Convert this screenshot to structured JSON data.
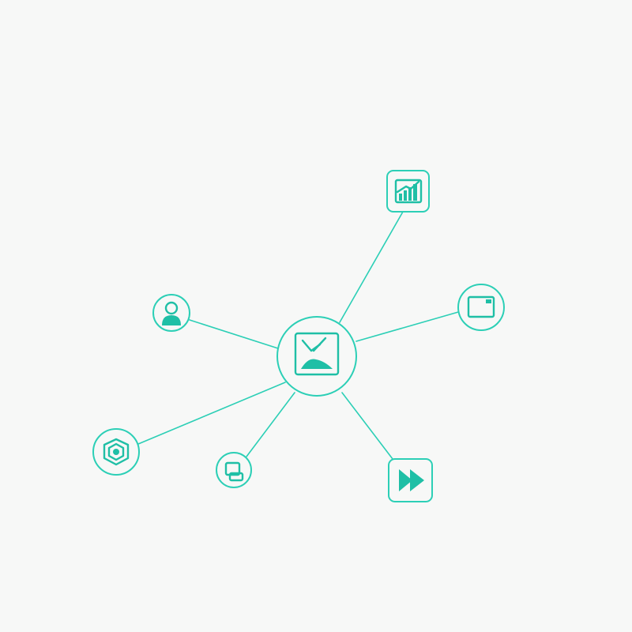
{
  "colors": {
    "background": "#f7f8f7",
    "accent": "#2ccfb6",
    "accent_dark": "#1fbfa6"
  },
  "diagram": {
    "type": "hub-and-spoke network",
    "hub": {
      "icon": "image-icon"
    },
    "nodes": [
      {
        "id": "chart",
        "icon": "bar-chart-icon"
      },
      {
        "id": "window",
        "icon": "window-icon"
      },
      {
        "id": "user",
        "icon": "user-icon"
      },
      {
        "id": "shield",
        "icon": "shield-icon"
      },
      {
        "id": "device",
        "icon": "device-icon"
      },
      {
        "id": "play",
        "icon": "play-icon"
      }
    ],
    "connections": [
      {
        "from": "hub",
        "to": "chart"
      },
      {
        "from": "hub",
        "to": "window"
      },
      {
        "from": "hub",
        "to": "user"
      },
      {
        "from": "hub",
        "to": "shield"
      },
      {
        "from": "hub",
        "to": "device"
      },
      {
        "from": "hub",
        "to": "play"
      }
    ]
  }
}
